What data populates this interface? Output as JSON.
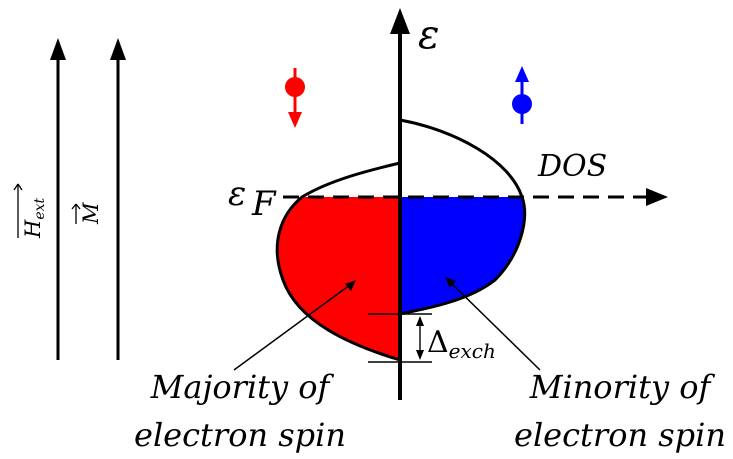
{
  "labels": {
    "energy_axis": "ε",
    "fermi_symbol": "ε",
    "fermi_subscript": "F",
    "dos_axis": "DOS",
    "h_ext_main": "H",
    "h_ext_sub": "ext",
    "magnetization": "M",
    "delta_main": "Δ",
    "delta_sub": "exch",
    "majority_line1": "Majority of",
    "majority_line2": "electron spin",
    "minority_line1": "Minority of",
    "minority_line2": "electron spin"
  },
  "colors": {
    "majority": "#ff0000",
    "minority": "#0000ff",
    "ink": "#000000"
  },
  "icons": {
    "spin_down": "spin-down-arrow-icon",
    "spin_up": "spin-up-arrow-icon"
  }
}
